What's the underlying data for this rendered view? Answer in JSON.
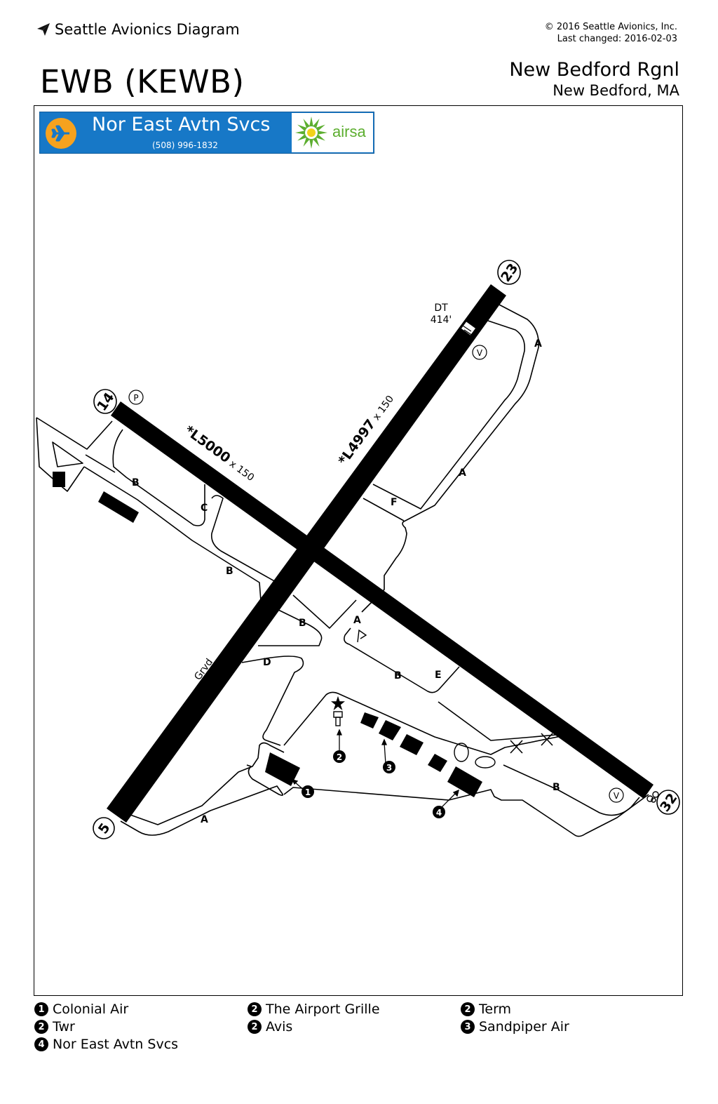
{
  "header": {
    "brand": "Seattle Avionics Diagram",
    "copyright": "© 2016 Seattle Avionics, Inc.",
    "last_changed": "Last changed: 2016-02-03",
    "ident": "EWB (KEWB)",
    "airport_name": "New Bedford Rgnl",
    "airport_city": "New Bedford, MA"
  },
  "fbo": {
    "name": "Nor East Avtn Svcs",
    "phone": "(508) 996-1832",
    "fuel_brand": "airsa",
    "colors": {
      "banner": "#1778c7",
      "plane_circle": "#f6a21e",
      "fuel_green": "#5cae2f",
      "fuel_yellow": "#f2d21a"
    }
  },
  "runways": {
    "rwy_14_32": {
      "label_main": "*L5000",
      "label_width": " x 150",
      "end_a": "14",
      "end_b": "32"
    },
    "rwy_5_23": {
      "label_main": "*L4997",
      "label_width": " x 150",
      "end_a": "5",
      "end_b": "23"
    },
    "dt_label": "DT",
    "dt_value": "414'",
    "grvd": "Grvd"
  },
  "taxiways": {
    "A": "A",
    "B": "B",
    "C": "C",
    "D": "D",
    "E": "E",
    "F": "F"
  },
  "symbols": {
    "vasi": "V",
    "papi": "P"
  },
  "callouts": [
    "1",
    "2",
    "3",
    "4"
  ],
  "legend": [
    {
      "num": "1",
      "text": "Colonial Air"
    },
    {
      "num": "2",
      "text": "The Airport Grille"
    },
    {
      "num": "2",
      "text": "Term"
    },
    {
      "num": "2",
      "text": "Twr"
    },
    {
      "num": "2",
      "text": "Avis"
    },
    {
      "num": "3",
      "text": "Sandpiper Air"
    },
    {
      "num": "4",
      "text": "Nor East Avtn Svcs"
    }
  ]
}
